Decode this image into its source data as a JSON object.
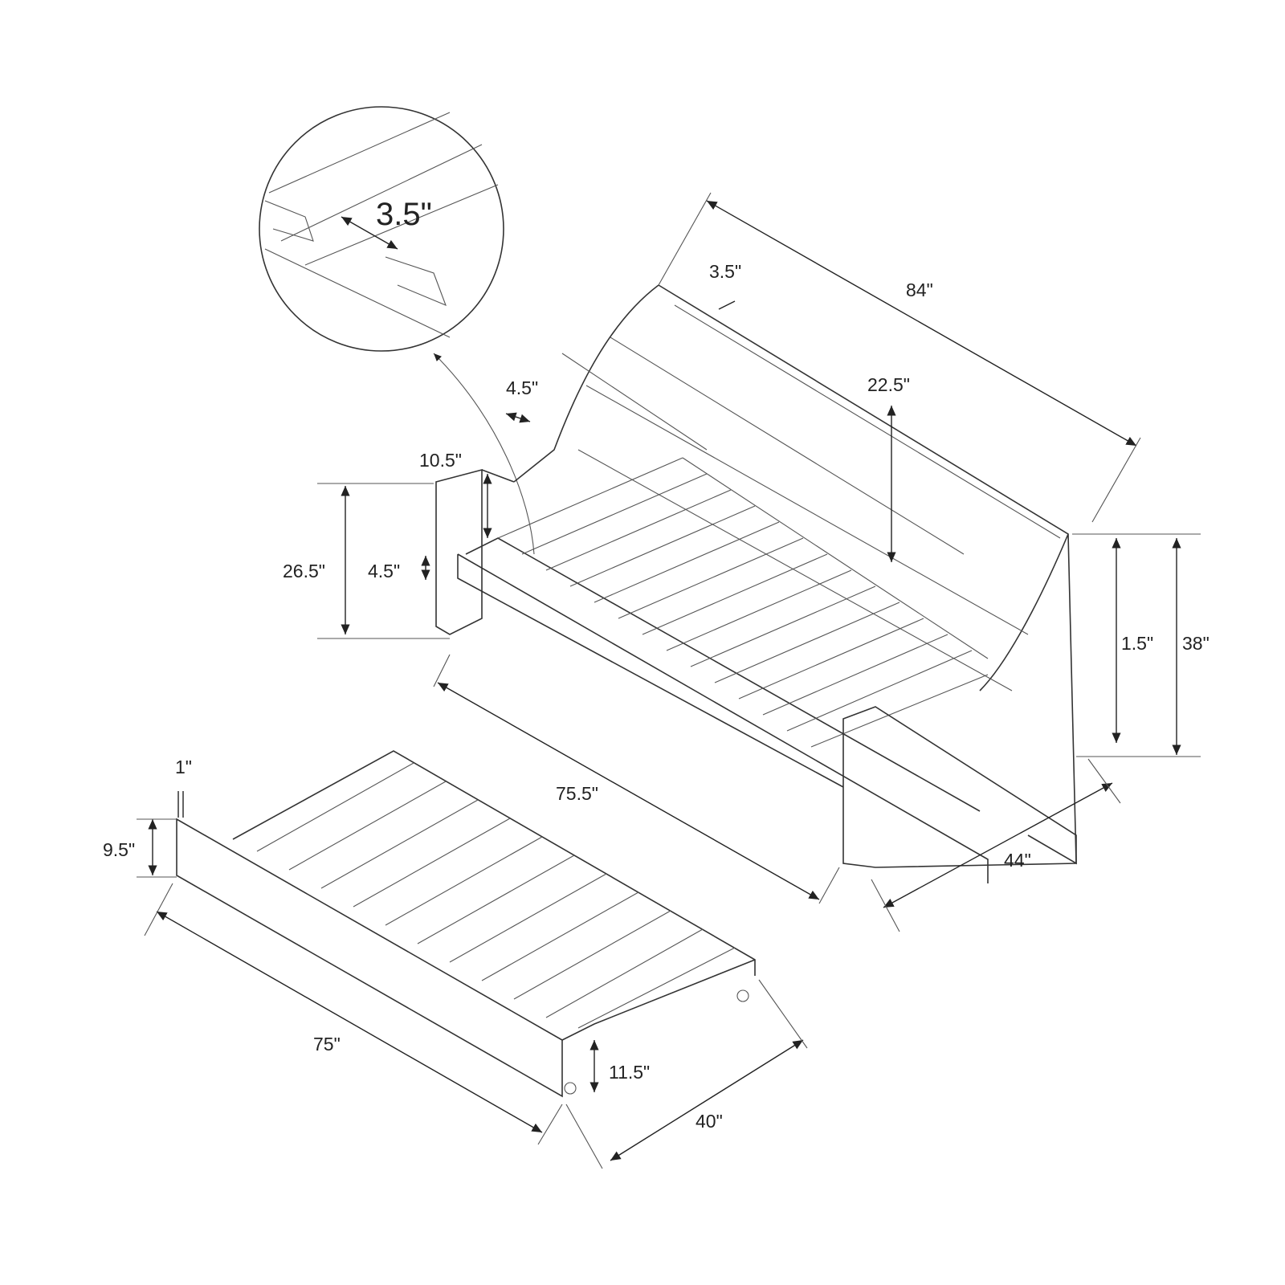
{
  "diagram": {
    "subject": "daybed-with-trundle-dimensions",
    "detail_inset": {
      "slat_width": "3.5\""
    },
    "daybed": {
      "length_overall": "84\"",
      "back_slat_width": "3.5\"",
      "arm_width": "4.5\"",
      "back_height_above_rail": "22.5\"",
      "arm_height_above_rail": "10.5\"",
      "arm_height": "26.5\"",
      "rail_height": "4.5\"",
      "clearance": "1.5\"",
      "overall_height": "38\"",
      "inner_length": "75.5\"",
      "depth": "44\""
    },
    "trundle": {
      "top_gap": "1\"",
      "panel_height": "9.5\"",
      "length": "75\"",
      "overall_height": "11.5\"",
      "width": "40\""
    }
  }
}
